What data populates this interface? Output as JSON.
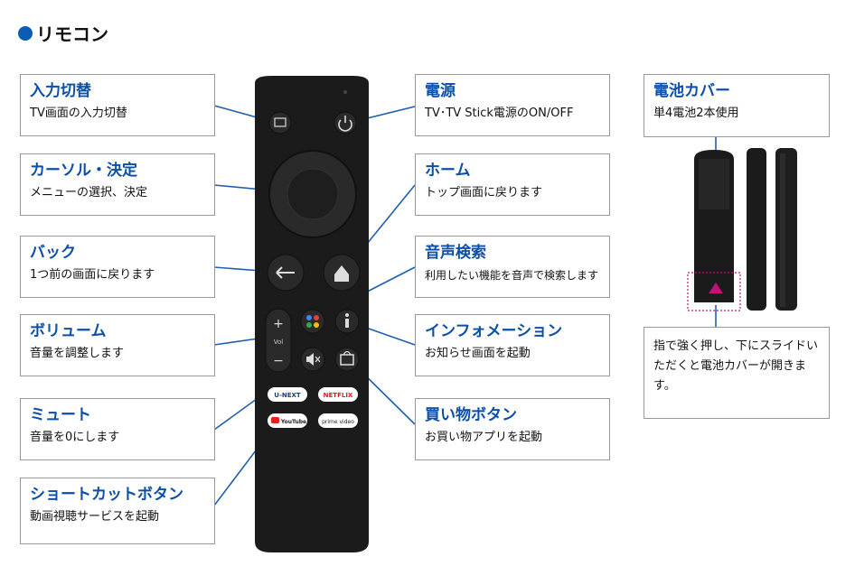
{
  "heading": "リモコン",
  "callouts": [
    {
      "id": "input",
      "title": "入力切替",
      "desc": "TV画面の入力切替"
    },
    {
      "id": "cursor",
      "title": "カーソル・決定",
      "desc": "メニューの選択、決定"
    },
    {
      "id": "back",
      "title": "バック",
      "desc": "1つ前の画面に戻ります"
    },
    {
      "id": "volume",
      "title": "ボリューム",
      "desc": "音量を調整します"
    },
    {
      "id": "mute",
      "title": "ミュート",
      "desc": "音量を0にします"
    },
    {
      "id": "shortcut",
      "title": "ショートカットボタン",
      "desc": "動画視聴サービスを起動"
    },
    {
      "id": "power",
      "title": "電源",
      "desc": "TV･TV Stick電源のON/OFF"
    },
    {
      "id": "home",
      "title": "ホーム",
      "desc": "トップ画面に戻ります"
    },
    {
      "id": "voice",
      "title": "音声検索",
      "desc": "利用したい機能を音声で検索します"
    },
    {
      "id": "info",
      "title": "インフォメーション",
      "desc": "お知らせ画面を起動"
    },
    {
      "id": "shop",
      "title": "買い物ボタン",
      "desc": "お買い物アプリを起動"
    },
    {
      "id": "battery",
      "title": "電池カバー",
      "desc": "単4電池2本使用"
    }
  ],
  "battery_note": "指で強く押し、下にスライドいただくと電池カバーが開きます。",
  "remote_labels": {
    "vol": "Vol",
    "plus": "+",
    "minus": "−",
    "unext": "U-NEXT",
    "netflix": "NETFLIX",
    "youtube": "YouTube",
    "prime": "prime video"
  },
  "colors": {
    "title_blue": "#0b4fa8",
    "line_blue": "#1f5fb0",
    "remote": "#1b1b1b",
    "accent_magenta": "#c0147a"
  }
}
